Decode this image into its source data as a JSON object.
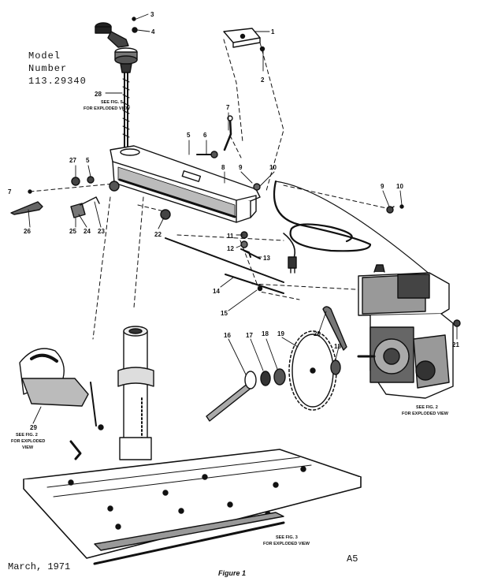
{
  "model": {
    "line1": "Model",
    "line2": "Number",
    "line3": "113.29340"
  },
  "callouts": [
    "1",
    "2",
    "3",
    "4",
    "5",
    "6",
    "7",
    "8",
    "9",
    "10",
    "11",
    "12",
    "13",
    "14",
    "15",
    "16",
    "17",
    "18",
    "19",
    "20",
    "21",
    "22",
    "23",
    "24",
    "25",
    "26",
    "27",
    "28",
    "29"
  ],
  "notes": {
    "fig5": [
      "SEE FIG. 5",
      "FOR EXPLODED VIEW"
    ],
    "fig2_motor": [
      "SEE FIG. 2",
      "FOR EXPLODED VIEW"
    ],
    "fig2_guard": [
      "SEE FIG. 2",
      "FOR EXPLODED",
      "VIEW"
    ],
    "fig3": [
      "SEE FIG. 3",
      "FOR EXPLODED VIEW"
    ]
  },
  "footer": {
    "date": "March, 1971",
    "code": "A5",
    "figure": "Figure 1"
  }
}
